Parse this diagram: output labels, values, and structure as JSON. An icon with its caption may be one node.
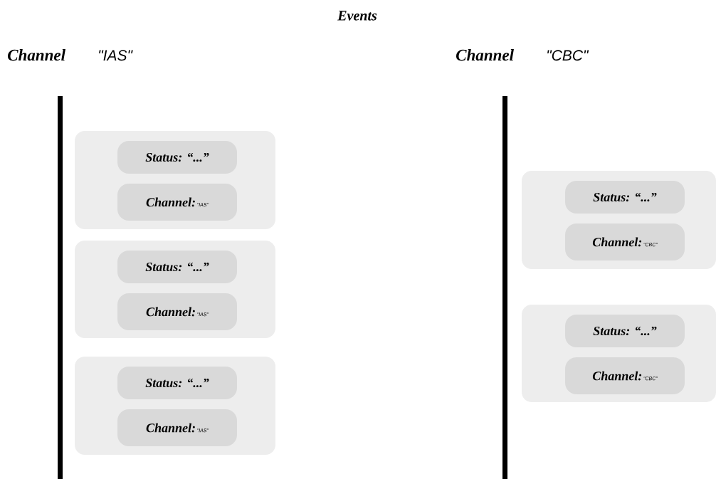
{
  "diagram": {
    "title": "Events",
    "nodes": [
      {
        "text": [],
        "shape": "box"
      },
      {
        "text": [
          "Status: “...”"
        ],
        "in": 0
      },
      {
        "text": [
          "Channel:",
          "\"IAS\""
        ],
        "in": 0
      },
      {
        "text": [],
        "shape": "box"
      },
      {
        "text": [
          "Status: “...”"
        ],
        "in": 3
      },
      {
        "text": [
          "Channel:",
          "\"IAS\""
        ],
        "in": 3
      },
      {
        "text": [],
        "shape": "box"
      },
      {
        "text": [
          "Status: “...”"
        ],
        "in": 6
      },
      {
        "text": [
          "Channel:",
          "\"IAS\""
        ],
        "in": 6
      },
      {
        "text": [],
        "shape": "box"
      },
      {
        "text": [
          "Status: “...”"
        ],
        "in": 9
      },
      {
        "text": [
          "Channel:",
          "\"CBC\""
        ],
        "in": 9
      },
      {
        "text": [],
        "shape": "box"
      },
      {
        "text": [
          "Status: “...”"
        ],
        "in": 12
      },
      {
        "text": [
          "Channel:",
          "\"CBC\""
        ],
        "in": 12
      }
    ],
    "labels": [
      "Channel",
      "\"IAS\"",
      "Channel",
      "\"CBC\""
    ]
  }
}
